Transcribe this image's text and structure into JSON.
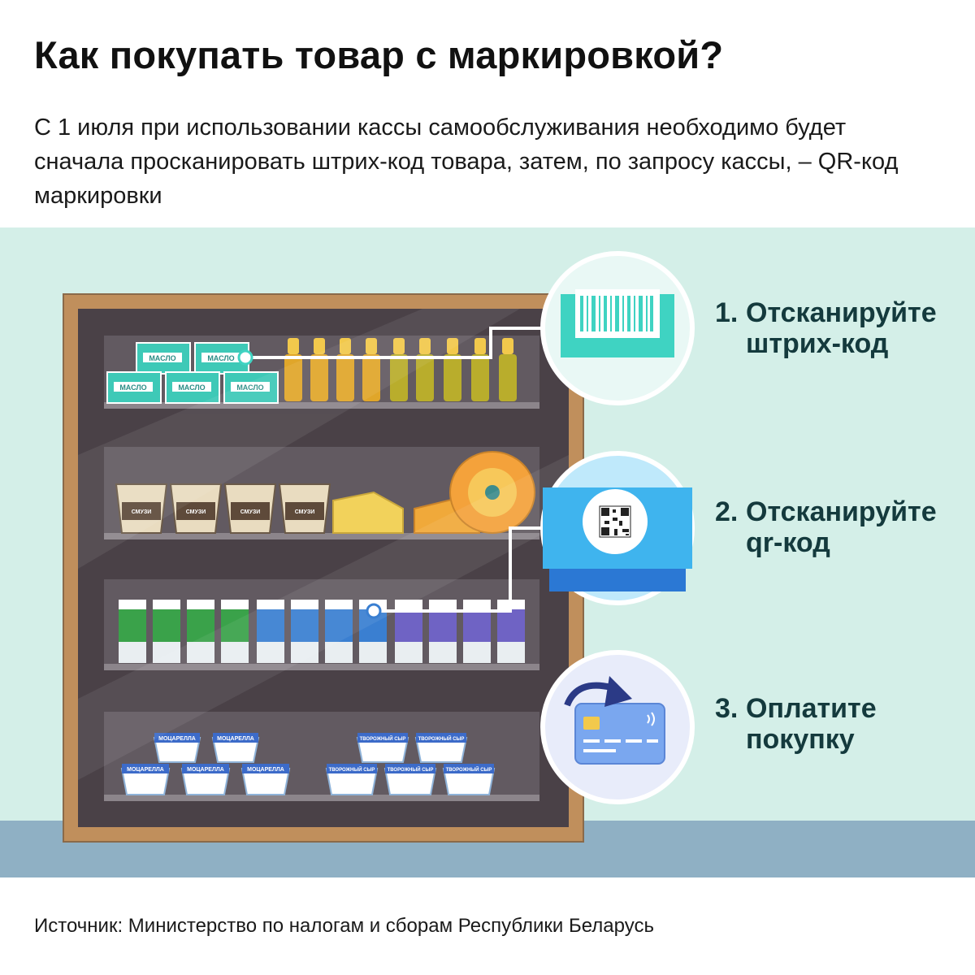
{
  "header": {
    "title": "Как покупать товар с маркировкой?",
    "subtitle": "С 1 июля при использовании кассы самообслуживания необходимо будет сначала просканировать штрих-код товара, затем, по запросу кассы, – QR-код маркировки"
  },
  "steps": [
    {
      "number": "1.",
      "text": "Отсканируйте штрих-код",
      "icon": "barcode-icon"
    },
    {
      "number": "2.",
      "text": "Отсканируйте qr-код",
      "icon": "qr-code-icon"
    },
    {
      "number": "3.",
      "text": "Оплатите покупку",
      "icon": "card-payment-icon"
    }
  ],
  "products": {
    "butter": "МАСЛО",
    "smoothie": "СМУЗИ",
    "mozzarella": "МОЦАРЕЛЛА",
    "cream_cheese": "ТВОРОЖНЫЙ СЫР"
  },
  "footer": {
    "source": "Источник: Министерство по налогам и сборам Республики Беларусь"
  },
  "colors": {
    "wall": "#d4efe8",
    "floor": "#8fb0c4",
    "cabinet_frame": "#c08f5c",
    "cabinet_inside": "#4a4147",
    "accent": "#3fd3c2",
    "step_text": "#143a3d"
  }
}
